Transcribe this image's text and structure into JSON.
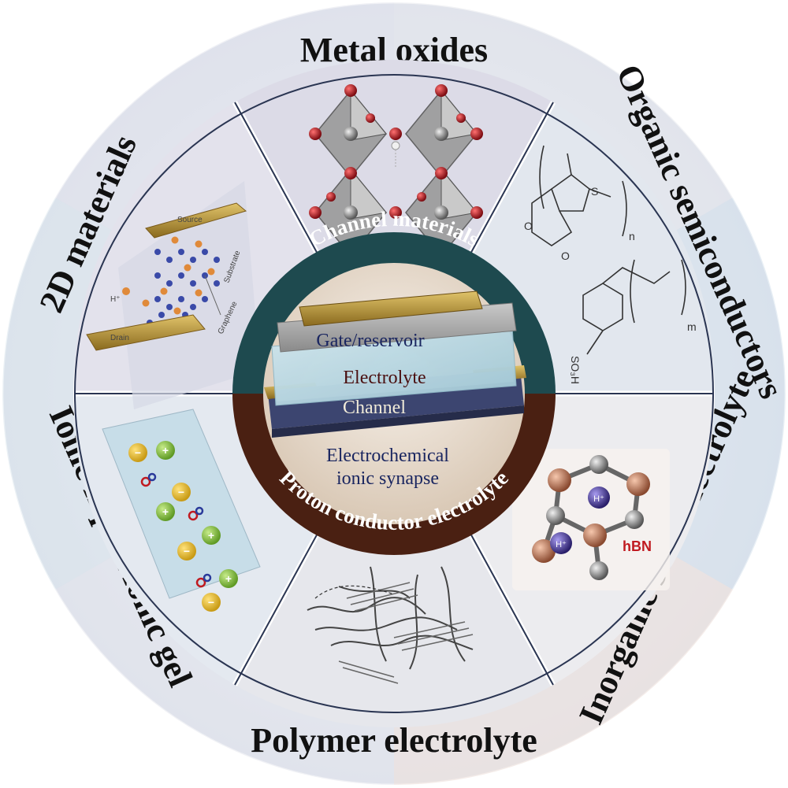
{
  "outer_labels": {
    "top": "Metal oxides",
    "upper_right": "Organic semiconductors",
    "lower_right": "Inorganic solid electrolyte",
    "bottom": "Polymer electrolyte",
    "lower_left": "Ionic liquid/ionic gel",
    "upper_left": "2D materials"
  },
  "ring_labels": {
    "top": "Channel materials",
    "bottom": "Proton conductor electrolyte"
  },
  "center": {
    "gate": "Gate/reservoir",
    "electrolyte": "Electrolyte",
    "channel": "Channel",
    "caption_line1": "Electrochemical",
    "caption_line2": "ionic synapse"
  },
  "panel_2d": {
    "source": "Source",
    "drain": "Drain",
    "substrate": "Substrate",
    "graphene": "Graphene",
    "proton": "H⁺"
  },
  "panel_organic": {
    "sulfur": "S",
    "oxygen": "O",
    "n_index": "n",
    "m_index": "m",
    "sulfonate": "SO₃H"
  },
  "panel_ionic": {
    "minus": "−",
    "plus": "+"
  },
  "panel_hbn": {
    "label": "hBN",
    "ion": "H⁺"
  },
  "colors": {
    "ring_top": "#1e4a4f",
    "ring_bottom": "#4a2012",
    "oxygen_red": "#b3121b",
    "gold": "#c9a23a",
    "boron": "#c98c6a",
    "hydrogen": "#4a3f9a"
  }
}
